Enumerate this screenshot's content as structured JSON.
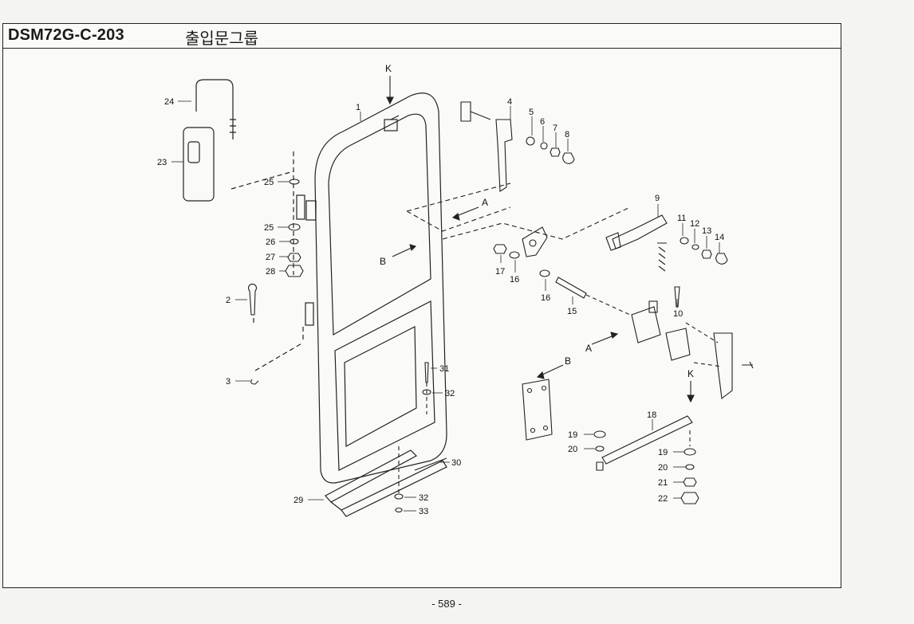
{
  "header": {
    "page_code": "DSM72G-C-203",
    "group_title": "출입문그룹"
  },
  "page_number": "- 589 -",
  "view_refs": {
    "k": "K",
    "a": "A",
    "b": "B"
  },
  "callouts": [
    {
      "id": "c1",
      "text": "1"
    },
    {
      "id": "c2",
      "text": "2"
    },
    {
      "id": "c3",
      "text": "3"
    },
    {
      "id": "c4",
      "text": "4"
    },
    {
      "id": "c5",
      "text": "5"
    },
    {
      "id": "c6",
      "text": "6"
    },
    {
      "id": "c7",
      "text": "7"
    },
    {
      "id": "c8",
      "text": "8"
    },
    {
      "id": "c9",
      "text": "9"
    },
    {
      "id": "c10",
      "text": "10"
    },
    {
      "id": "c11",
      "text": "11"
    },
    {
      "id": "c12",
      "text": "12"
    },
    {
      "id": "c13",
      "text": "13"
    },
    {
      "id": "c14",
      "text": "14"
    },
    {
      "id": "c15",
      "text": "15"
    },
    {
      "id": "c16a",
      "text": "16"
    },
    {
      "id": "c16b",
      "text": "16"
    },
    {
      "id": "c17",
      "text": "17"
    },
    {
      "id": "c18",
      "text": "18"
    },
    {
      "id": "c19a",
      "text": "19"
    },
    {
      "id": "c19b",
      "text": "19"
    },
    {
      "id": "c20a",
      "text": "20"
    },
    {
      "id": "c20b",
      "text": "20"
    },
    {
      "id": "c21",
      "text": "21"
    },
    {
      "id": "c22",
      "text": "22"
    },
    {
      "id": "c23",
      "text": "23"
    },
    {
      "id": "c24",
      "text": "24"
    },
    {
      "id": "c25a",
      "text": "25"
    },
    {
      "id": "c25b",
      "text": "25"
    },
    {
      "id": "c26",
      "text": "26"
    },
    {
      "id": "c27",
      "text": "27"
    },
    {
      "id": "c28",
      "text": "28"
    },
    {
      "id": "c29",
      "text": "29"
    },
    {
      "id": "c30",
      "text": "30"
    },
    {
      "id": "c31",
      "text": "31"
    },
    {
      "id": "c32a",
      "text": "32"
    },
    {
      "id": "c32b",
      "text": "32"
    },
    {
      "id": "c33",
      "text": "33"
    }
  ],
  "colors": {
    "line": "#222222",
    "paper": "#fafaf8"
  }
}
